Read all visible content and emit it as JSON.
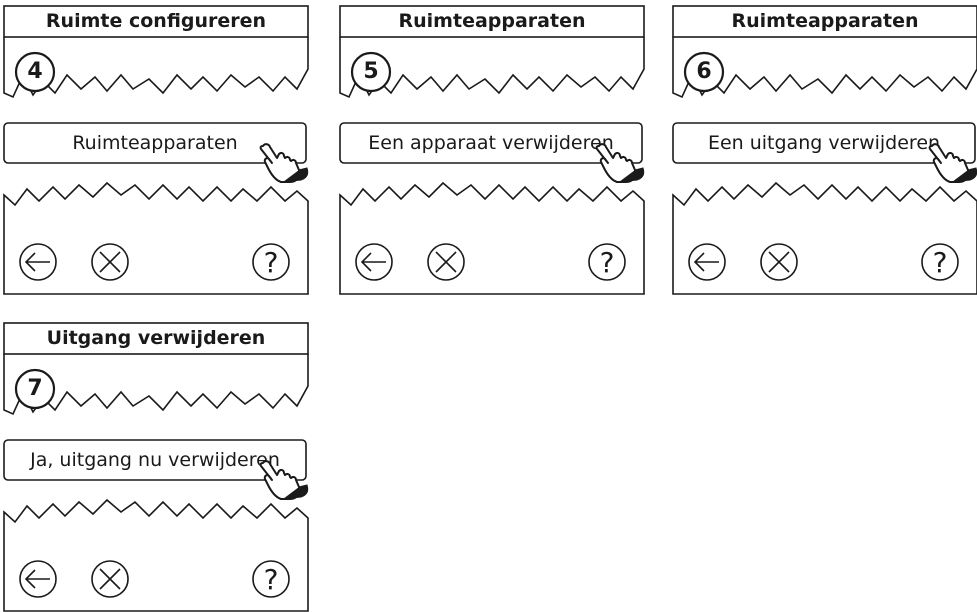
{
  "panels": [
    {
      "title": "Ruimte configureren",
      "step": "4",
      "action": "Ruimteapparaten"
    },
    {
      "title": "Ruimteapparaten",
      "step": "5",
      "action": "Een apparaat verwijderen"
    },
    {
      "title": "Ruimteapparaten",
      "step": "6",
      "action": "Een uitgang verwijderen"
    },
    {
      "title": "Uitgang verwijderen",
      "step": "7",
      "action": "Ja, uitgang nu verwijderen"
    }
  ],
  "nav": {
    "help": "?"
  },
  "icons": [
    "back-arrow-icon",
    "cancel-x-icon",
    "help-question-icon",
    "pointing-hand-icon"
  ],
  "colors": {
    "stroke": "#1a1a1a",
    "background": "#ffffff"
  }
}
